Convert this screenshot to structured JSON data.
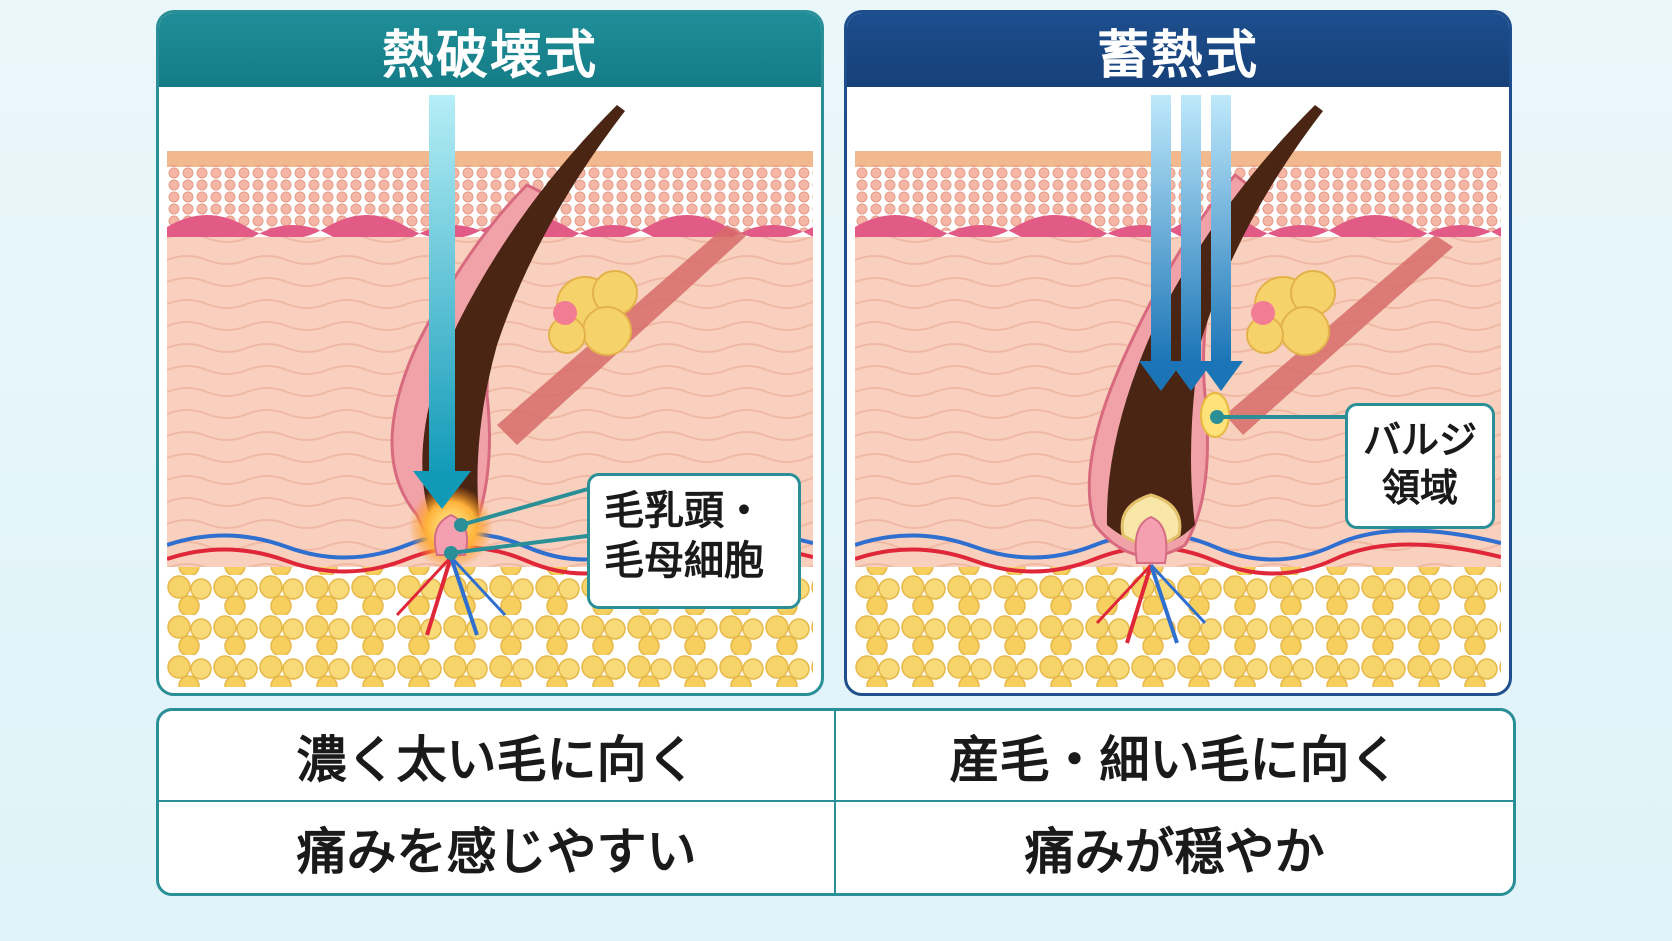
{
  "panels": [
    {
      "title": "熱破壊式",
      "label_lines": [
        "毛乳頭・",
        "毛母細胞"
      ]
    },
    {
      "title": "蓄熱式",
      "label_lines": [
        "バルジ",
        "領域"
      ]
    }
  ],
  "table": {
    "rows": [
      [
        "濃く太い毛に向く",
        "産毛・細い毛に向く"
      ],
      [
        "痛みを感じやすい",
        "痛みが穏やか"
      ]
    ]
  },
  "colors": {
    "left_accent": "#1f8e98",
    "right_accent": "#1d4e8e",
    "beam": "#17a9c4",
    "hair": "#4a2513",
    "skin": "#f6c8b1",
    "fat": "#f6d36a",
    "vein": "#2f6fd0",
    "artery": "#e0273a"
  },
  "icons": [
    "arrow-beam-icon",
    "hair-follicle-icon",
    "sebaceous-gland-icon",
    "fat-cell-icon",
    "blood-vessel-icon"
  ]
}
